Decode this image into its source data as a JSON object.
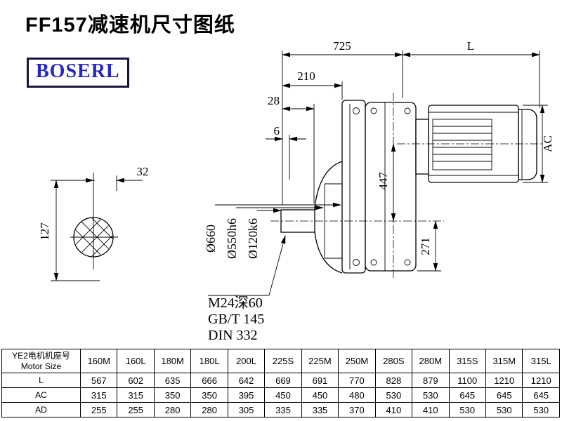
{
  "page": {
    "title": "FF157减速机尺寸图纸",
    "logo": "BOSERL"
  },
  "drawing": {
    "dim_725": "725",
    "dim_L": "L",
    "dim_210": "210",
    "dim_28": "28",
    "dim_6": "6",
    "dim_AC": "AC",
    "dim_447": "447",
    "dim_271": "271",
    "dim_32": "32",
    "dim_127": "127",
    "dia_660": "Ø660",
    "dia_550": "Ø550h6",
    "dia_120": "Ø120k6",
    "note_thread": "M24深60",
    "note_gb": "GB/T 145",
    "note_din": "DIN 332"
  },
  "table": {
    "header_cn": "YE2电机机座号",
    "header_en": "Motor Size",
    "columns": [
      "160M",
      "160L",
      "180M",
      "180L",
      "200L",
      "225S",
      "225M",
      "250M",
      "280S",
      "280M",
      "315S",
      "315M",
      "315L"
    ],
    "rows": [
      {
        "label": "L",
        "values": [
          "567",
          "602",
          "635",
          "666",
          "642",
          "669",
          "691",
          "770",
          "828",
          "879",
          "1100",
          "1210",
          "1210"
        ]
      },
      {
        "label": "AC",
        "values": [
          "315",
          "315",
          "350",
          "350",
          "395",
          "450",
          "450",
          "480",
          "530",
          "530",
          "645",
          "645",
          "645"
        ]
      },
      {
        "label": "AD",
        "values": [
          "255",
          "255",
          "280",
          "280",
          "305",
          "335",
          "335",
          "370",
          "410",
          "410",
          "530",
          "530",
          "530"
        ]
      }
    ]
  }
}
